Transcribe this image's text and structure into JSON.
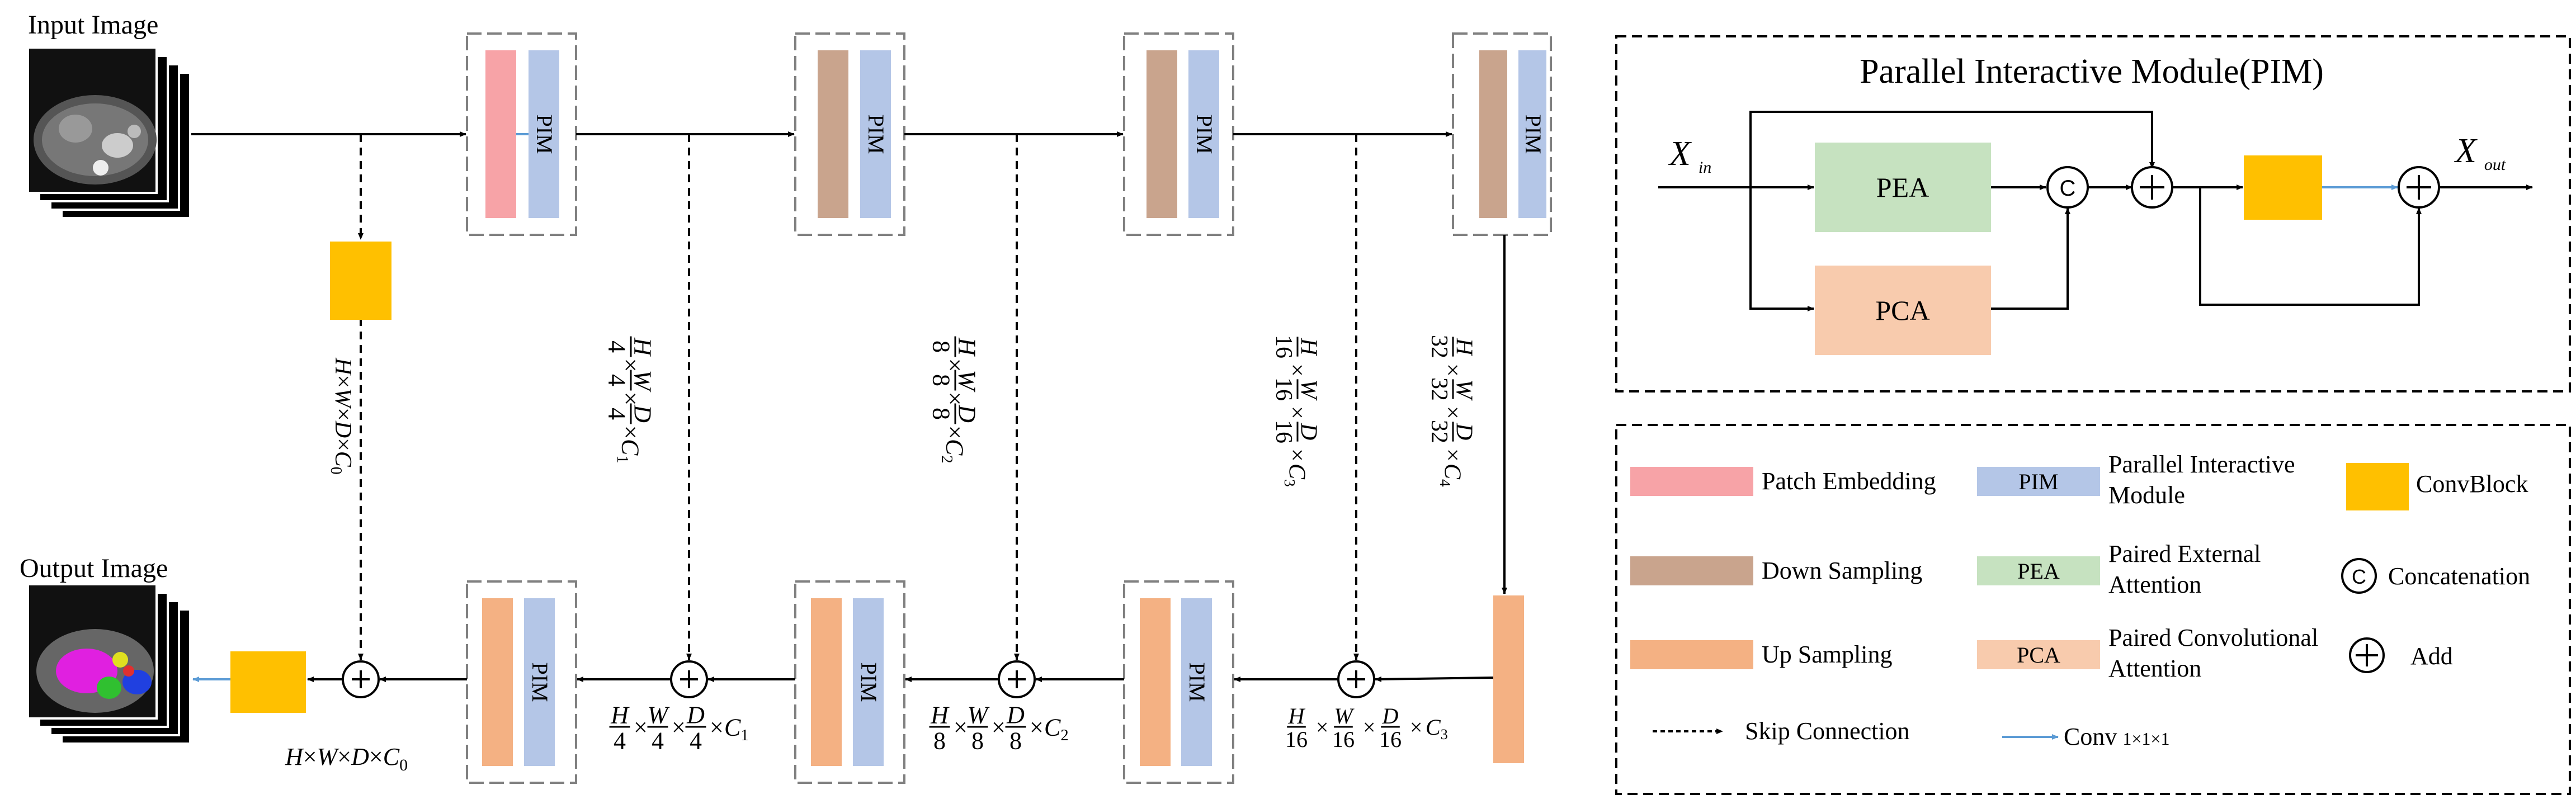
{
  "colors": {
    "patch_embedding": "#F7A3A7",
    "pim": "#B4C6E7",
    "down_sampling": "#C9A48D",
    "up_sampling": "#F4B183",
    "convblock": "#FFC000",
    "pea": "#C6E2C0",
    "pca": "#F8CBAD",
    "conv_arrow": "#5B9BD5",
    "line": "#000000",
    "dash_box": "#808080"
  },
  "labels": {
    "input_image": "Input Image",
    "output_image": "Output Image",
    "pim": "PIM",
    "pim_module_title": "Parallel Interactive Module(PIM)",
    "pea": "PEA",
    "pca": "PCA",
    "concat_symbol": "C",
    "x_in": "X",
    "x_in_sub": "in",
    "x_out": "X",
    "x_out_sub": "out"
  },
  "legend": {
    "patch_embedding": "Patch Embedding",
    "pim_abbr": "PIM",
    "pim_line1": "Parallel Interactive",
    "pim_line2": "Module",
    "convblock": "ConvBlock",
    "down_sampling": "Down Sampling",
    "pea_abbr": "PEA",
    "pea_line1": "Paired External",
    "pea_line2": "Attention",
    "concat_symbol": "C",
    "concatenation": "Concatenation",
    "up_sampling": "Up Sampling",
    "pca_abbr": "PCA",
    "pca_line1": "Paired Convolutional",
    "pca_line2": "Attention",
    "add": "Add",
    "skip_connection": "Skip Connection",
    "conv": "Conv",
    "conv_kernel": "1×1×1"
  },
  "dims": {
    "d0": {
      "H": "H",
      "W": "W",
      "D": "D",
      "C": "C",
      "sub": "0"
    },
    "d1": {
      "H": "H",
      "W": "W",
      "D": "D",
      "den": "4",
      "C": "C",
      "sub": "1"
    },
    "d2": {
      "H": "H",
      "W": "W",
      "D": "D",
      "den": "8",
      "C": "C",
      "sub": "2"
    },
    "d3": {
      "H": "H",
      "W": "W",
      "D": "D",
      "den": "16",
      "C": "C",
      "sub": "3"
    },
    "d4": {
      "H": "H",
      "W": "W",
      "D": "D",
      "den": "32",
      "C": "C",
      "sub": "4"
    }
  }
}
